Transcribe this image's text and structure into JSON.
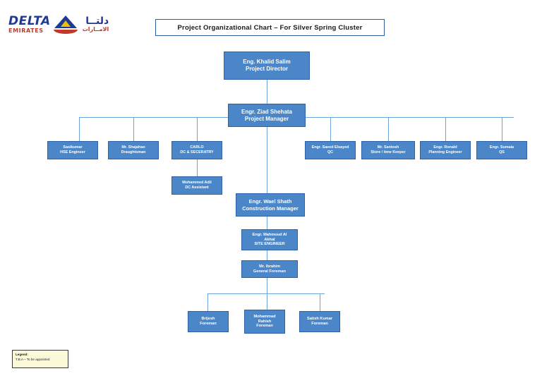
{
  "logo": {
    "brand": "DELTA",
    "sub": "EMIRATES",
    "arabic_top": "دلتــا",
    "arabic_bottom": "الامــارات",
    "colors": {
      "blue": "#1f3a93",
      "red": "#c0392b",
      "gold": "#f0c000"
    }
  },
  "title": "Project Organizational Chart – For Silver Spring Cluster",
  "theme": {
    "node_fill": "#4a86c8",
    "node_border": "#2d62a8",
    "connector": "#6fa3dc",
    "legend_fill": "#fcf9d8"
  },
  "chart": {
    "director": {
      "name": "Eng. Khalid Salim",
      "role": "Project Director"
    },
    "manager": {
      "name": "Engr. Ziad Shehata",
      "role": "Project Manager"
    },
    "staff_left": [
      {
        "name": "Sasikumar",
        "role": "HSE Engineer"
      },
      {
        "name": "Mr. Shajahan",
        "role": "Draughtsman"
      },
      {
        "name": "CARLO",
        "role": "DC & SECERATRY"
      }
    ],
    "staff_right": [
      {
        "name": "Engr. Saeed Elsayed",
        "role": "QC"
      },
      {
        "name": "Mr. Santosh",
        "role": "Store / time Keeper"
      },
      {
        "name": "Engr. Ronald",
        "role": "Planning Engineer"
      },
      {
        "name": "Engr. Sumaia",
        "role": "QS"
      }
    ],
    "dc_assistant": {
      "name": "Mohammed Adil",
      "role": "DC Assistant"
    },
    "construction_manager": {
      "name": "Engr. Wael Shath",
      "role": "Construction Manager"
    },
    "site_engineer": {
      "name1": "Engr. Mahmoud Al",
      "name2": "Akhal",
      "role": "SITE ENGINEER"
    },
    "general_foreman": {
      "name": "Mr. Ibrahim",
      "role": "General Foreman"
    },
    "foremen": [
      {
        "name1": "Brijesh",
        "name2": "",
        "role": "Foreman"
      },
      {
        "name1": "Mohammad",
        "name2": "Rahish",
        "role": "Foreman"
      },
      {
        "name1": "Satish Kumar",
        "name2": "",
        "role": "Foreman"
      }
    ]
  },
  "legend": {
    "title": "Legend:",
    "entry": "T.B.A – To be appointed"
  }
}
